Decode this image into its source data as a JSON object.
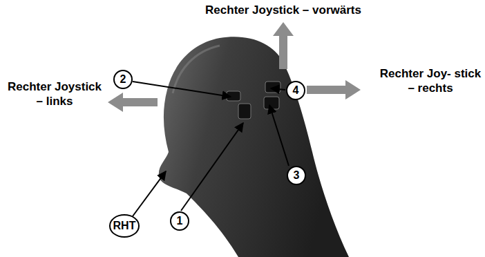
{
  "diagram": {
    "nodes": [
      {
        "text": [
          "2"
        ]
      },
      {
        "text": [
          "4"
        ]
      },
      {
        "text": [
          "3"
        ]
      },
      {
        "text": [
          "1"
        ]
      },
      {
        "text": [
          "RHT"
        ]
      }
    ],
    "edges": [],
    "labels": [
      "Rechter Joystick – vorwärts",
      "Rechter Joystick – links",
      "Rechter Joy- stick – rechts"
    ]
  }
}
